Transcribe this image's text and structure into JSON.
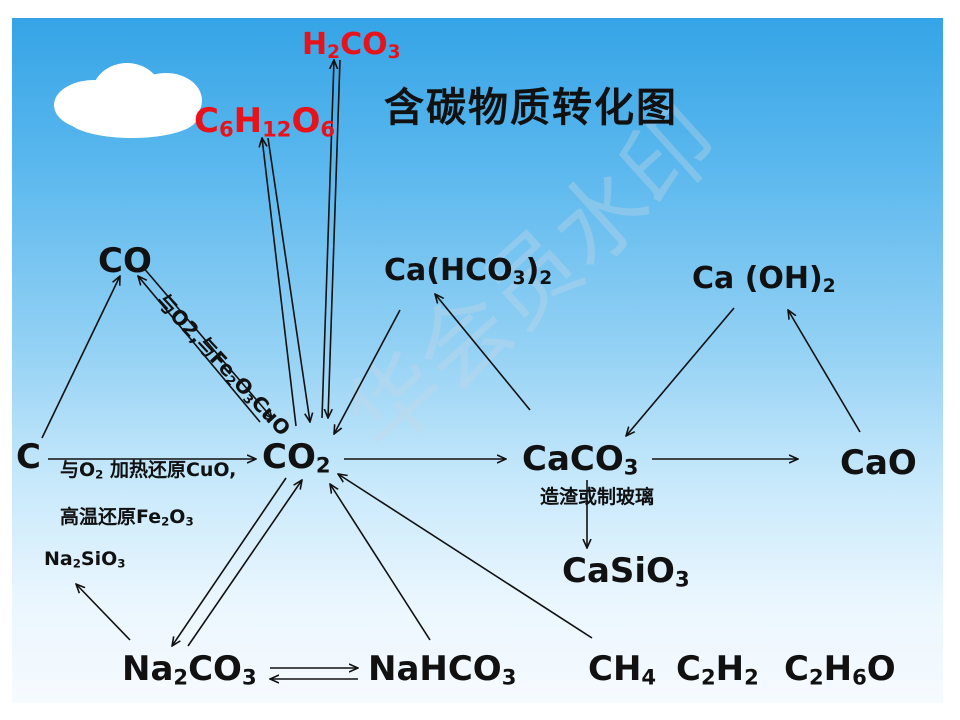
{
  "title": "含碳物质转化图",
  "watermark": "华会员水印",
  "nodes": {
    "h2co3": {
      "main": "H",
      "s1": "2",
      "rest": "CO",
      "s2": "3"
    },
    "c6h12o6": {
      "a": "C",
      "s1": "6",
      "b": "H",
      "s2": "12",
      "c": "O",
      "s3": "6"
    },
    "co": "CO",
    "c": "C",
    "co2": {
      "main": "CO",
      "sub": "2"
    },
    "ca_hco3_2": {
      "a": "Ca(HCO",
      "s1": "3",
      "b": ")",
      "s2": "2"
    },
    "ca_oh_2": {
      "a": "Ca (OH)",
      "s1": "2"
    },
    "caco3": {
      "main": "CaCO",
      "sub": "3"
    },
    "cao": "CaO",
    "casio3": {
      "main": "CaSiO",
      "sub": "3"
    },
    "na2sio3": {
      "a": "Na",
      "s1": "2",
      "b": "SiO",
      "s2": "3"
    },
    "na2co3": {
      "a": "Na",
      "s1": "2",
      "b": "CO",
      "s2": "3"
    },
    "nahco3": {
      "main": "NaHCO",
      "sub": "3"
    },
    "ch4": {
      "a": "CH",
      "s1": "4"
    },
    "c2h2": {
      "a": "C",
      "s1": "2",
      "b": "H",
      "s2": "2"
    },
    "c2h6o": {
      "a": "C",
      "s1": "2",
      "b": "H",
      "s2": "6",
      "c": "O"
    }
  },
  "notes": {
    "co_co2": {
      "a": "与O2,与Fe",
      "s1": "2",
      "b": "O",
      "s2": "3",
      "c": "CuO"
    },
    "c_co2_line1": {
      "a": "与O",
      "s1": "2",
      "b": " 加热还原CuO,"
    },
    "c_co2_line2": {
      "a": "高温还原Fe",
      "s1": "2",
      "b": "O",
      "s2": "3"
    },
    "caco3_casio3": "造渣或制玻璃"
  },
  "colors": {
    "accent_red": "#e8121b",
    "sky_top": "#35a4e6",
    "sky_bottom": "#f6fbff"
  }
}
